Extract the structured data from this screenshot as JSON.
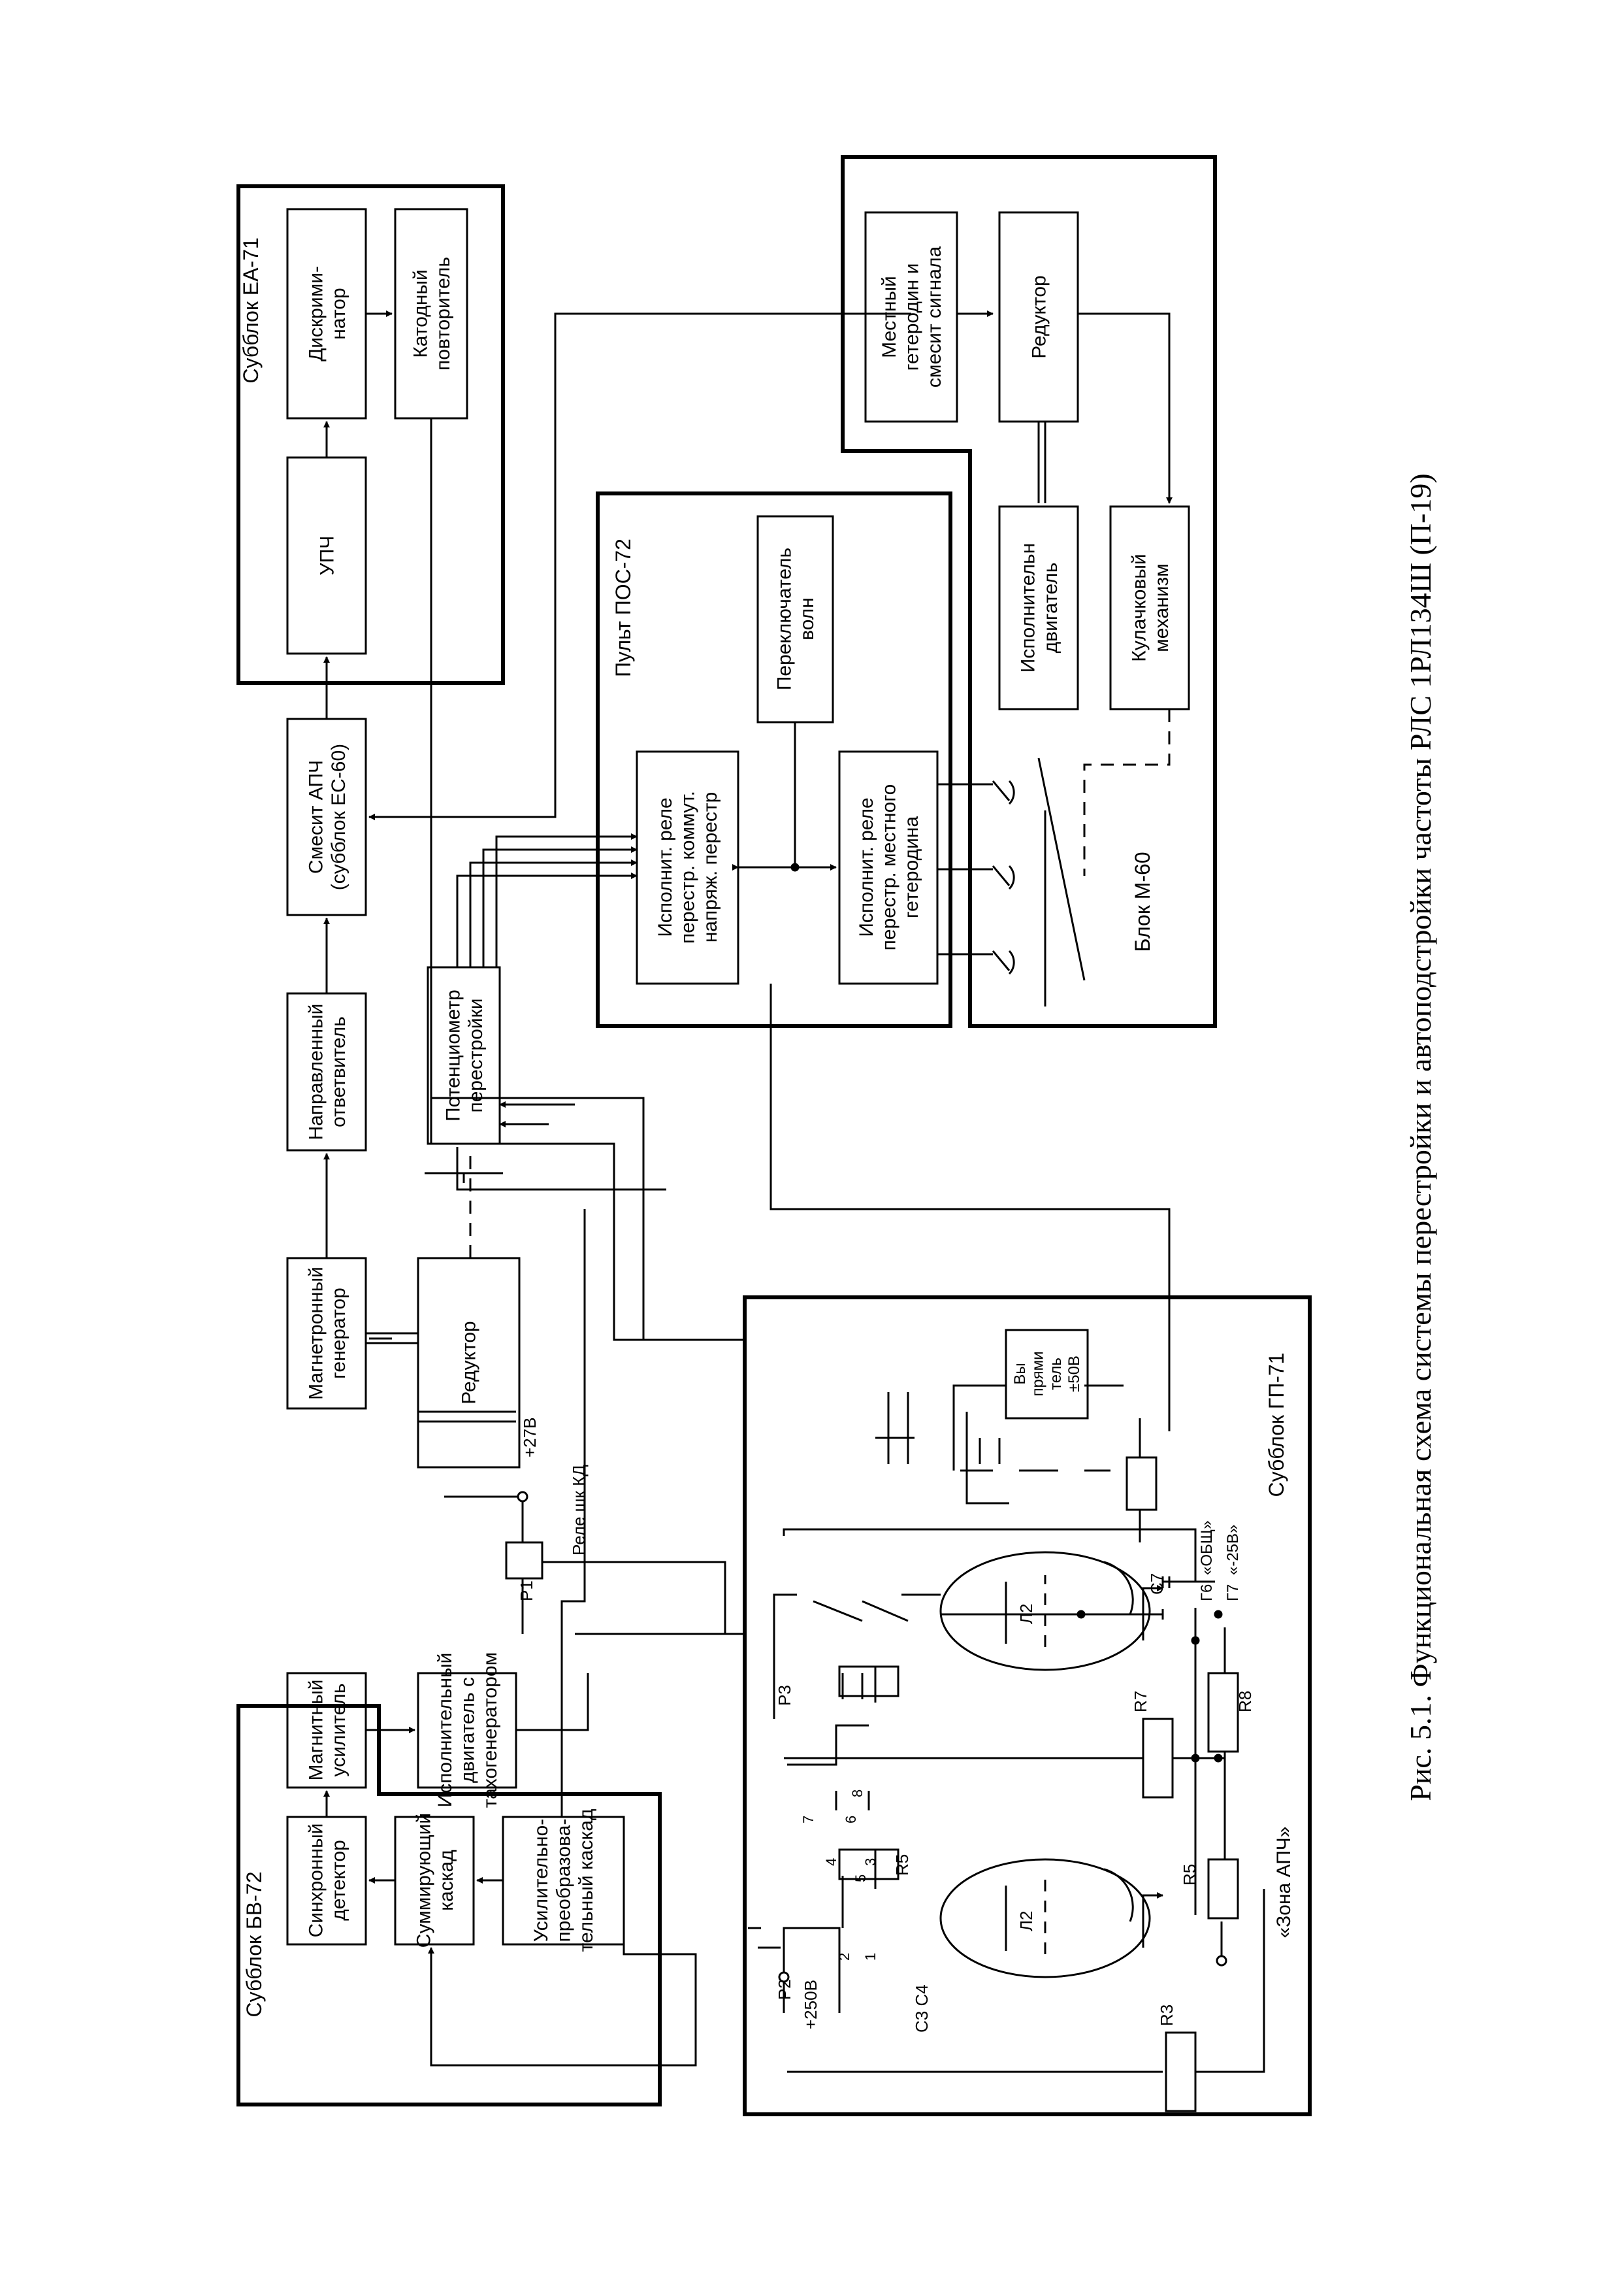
{
  "caption": "Рис. 5.1. Функциональная схема  системы перестройки и автоподстройки частоты РЛС 1РЛ134Ш (П-19)",
  "subunits": {
    "bv72": "Субблок БВ-72",
    "ea71": "Субблок ЕА-71",
    "pos72": "Пульт ПОС-72",
    "m60": "Блок М-60",
    "gp71": "Субблок ГП-71"
  },
  "blocks": {
    "sync_detector": [
      "Синхронный",
      "детектор"
    ],
    "summing_stage": [
      "Суммирующий",
      "каскад"
    ],
    "amp_converter": [
      "Усилительно-",
      "преобразова-",
      "тельный каскад"
    ],
    "magnetic_amp": [
      "Магнитный",
      "усилитель"
    ],
    "exec_motor_tacho": [
      "Исполнительный",
      "двигатель с",
      "тахогенератором"
    ],
    "magnetron_gen": [
      "Магнетронный",
      "генератор"
    ],
    "reducer_main": [
      "Редуктор"
    ],
    "directional_coupler": [
      "Направленный",
      "ответвитель"
    ],
    "tuning_pot": [
      "Потенциометр",
      "перестройки"
    ],
    "afc_mixer": [
      "Смесит АПЧ",
      "(субблок ЕС-60)"
    ],
    "ifa": [
      "УПЧ"
    ],
    "discriminator": [
      "Дискрими-",
      "натор"
    ],
    "cathode_follower": [
      "Катодный",
      "повторитель"
    ],
    "relay_switch": [
      "Исполнит. реле",
      "перестр. коммут.",
      "напряж. перестр"
    ],
    "wave_switch": [
      "Переключатель",
      "волн"
    ],
    "relay_lo": [
      "Исполнит. реле",
      "перестр. местного",
      "гетеродина"
    ],
    "local_osc": [
      "Местный",
      "гетеродин и",
      "смесит сигнала"
    ],
    "reducer_m60": [
      "Редуктор"
    ],
    "exec_motor": [
      "Исполнительн",
      "двигатель"
    ],
    "cam_mechanism": [
      "Кулачковый",
      "механизм"
    ],
    "rectifier": [
      "Вы",
      "прями",
      "тель",
      "±50В"
    ]
  },
  "labels": {
    "p1": "Р1",
    "plus27": "+27В",
    "relay_kd": "Реле шк КД",
    "p2": "Р2",
    "p3": "Р3",
    "plus250": "+250В",
    "c3c4": "С3 С4",
    "c3": "С3",
    "c4": "С4",
    "c7": "С7",
    "r3": "R3",
    "r5a": "R5",
    "r5b": "R5",
    "r7": "R7",
    "r8": "R8",
    "l2a": "Л2",
    "l2b": "Л2",
    "g6": "Г6",
    "obsh": "«ОБЩ»",
    "g7": "Г7",
    "minus25": "«-25В»",
    "zone": "«Зона АПЧ»",
    "n1": "1",
    "n2": "2",
    "n3": "3",
    "n4": "4",
    "n5": "5",
    "n6": "6",
    "n7": "7",
    "n8": "8"
  }
}
